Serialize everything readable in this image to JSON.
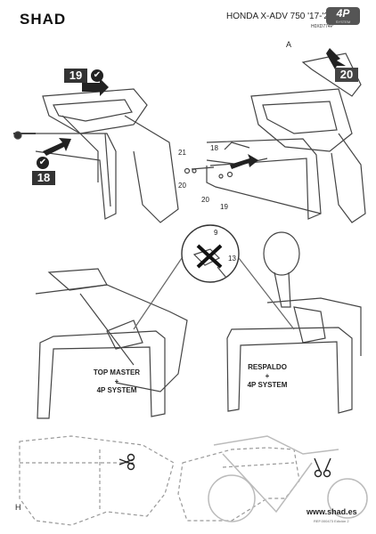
{
  "header": {
    "brand": "SHAD",
    "model": "HONDA X-ADV 750 '17-'20",
    "code": "H0XD774P",
    "badge": "4P",
    "badge_sub": "SYSTEM"
  },
  "steps": {
    "s19": "19",
    "s18": "18",
    "s20": "20"
  },
  "check_glyph": "✔",
  "letters": {
    "a": "A",
    "h": "H"
  },
  "parts": {
    "p21": "21",
    "p20a": "20",
    "p18": "18",
    "p20b": "20",
    "p19": "19",
    "p9": "9",
    "p13": "13"
  },
  "combos": {
    "left": {
      "line1": "TOP MASTER",
      "plus": "+",
      "line2": "4P SYSTEM"
    },
    "right": {
      "line1": "RESPALDO",
      "plus": "+",
      "line2": "4P SYSTEM"
    }
  },
  "footer": {
    "website": "www.shad.es",
    "ref": "REF.000473 Edición 2"
  },
  "icons": {
    "scissors_left": "scissors-icon",
    "scissors_right": "scissors-icon",
    "prohibited": "cross-icon"
  }
}
